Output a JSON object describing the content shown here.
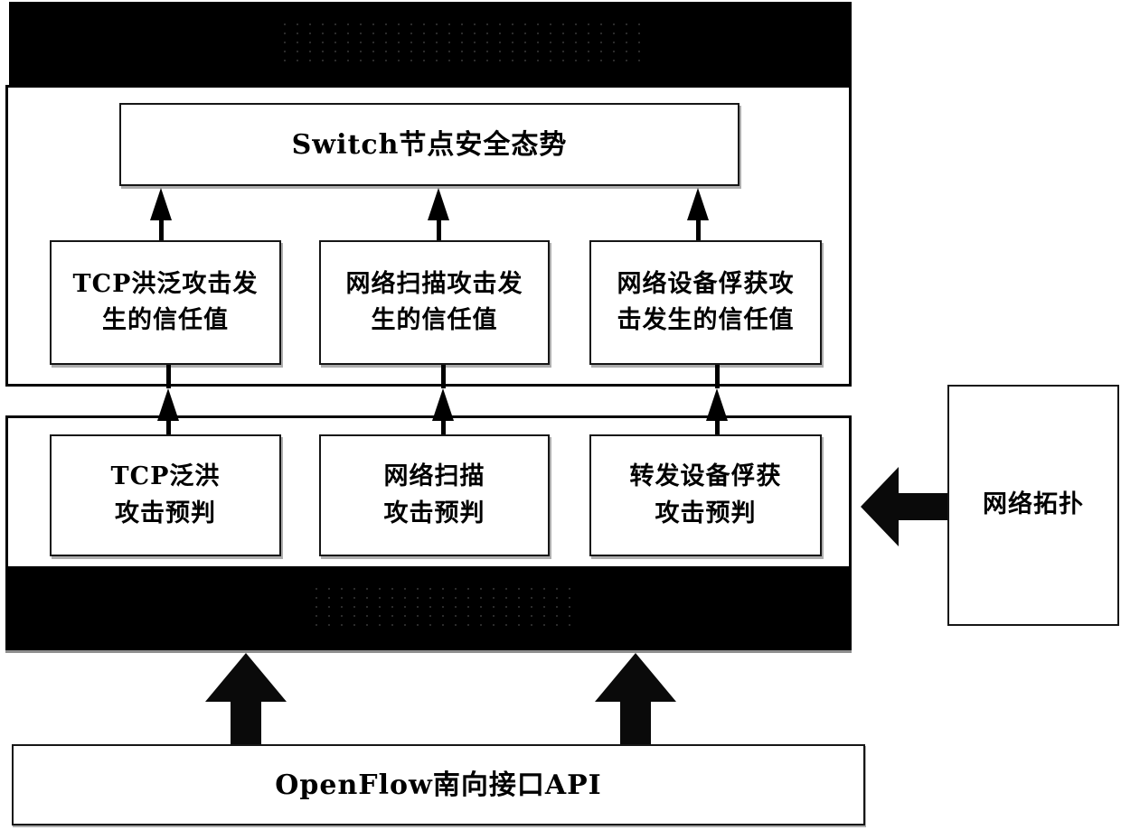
{
  "diagram": {
    "top_banner": {
      "label": ""
    },
    "situation_box": {
      "label": "Switch节点安全态势"
    },
    "trust_boxes": [
      {
        "line1": "TCP洪泛攻击发",
        "line2": "生的信任值"
      },
      {
        "line1": "网络扫描攻击发",
        "line2": "生的信任值"
      },
      {
        "line1": "网络设备俘获攻",
        "line2": "击发生的信任值"
      }
    ],
    "prediction_boxes": [
      {
        "line1": "TCP泛洪",
        "line2": "攻击预判"
      },
      {
        "line1": "网络扫描",
        "line2": "攻击预判"
      },
      {
        "line1": "转发设备俘获",
        "line2": "攻击预判"
      }
    ],
    "middle_banner": {
      "label": ""
    },
    "topology_box": {
      "label": "网络拓扑"
    },
    "api_box": {
      "label": "OpenFlow南向接口API"
    },
    "colors": {
      "ink": "#000000",
      "background": "#ffffff",
      "scan_shadow": "#8f8f8f"
    }
  }
}
